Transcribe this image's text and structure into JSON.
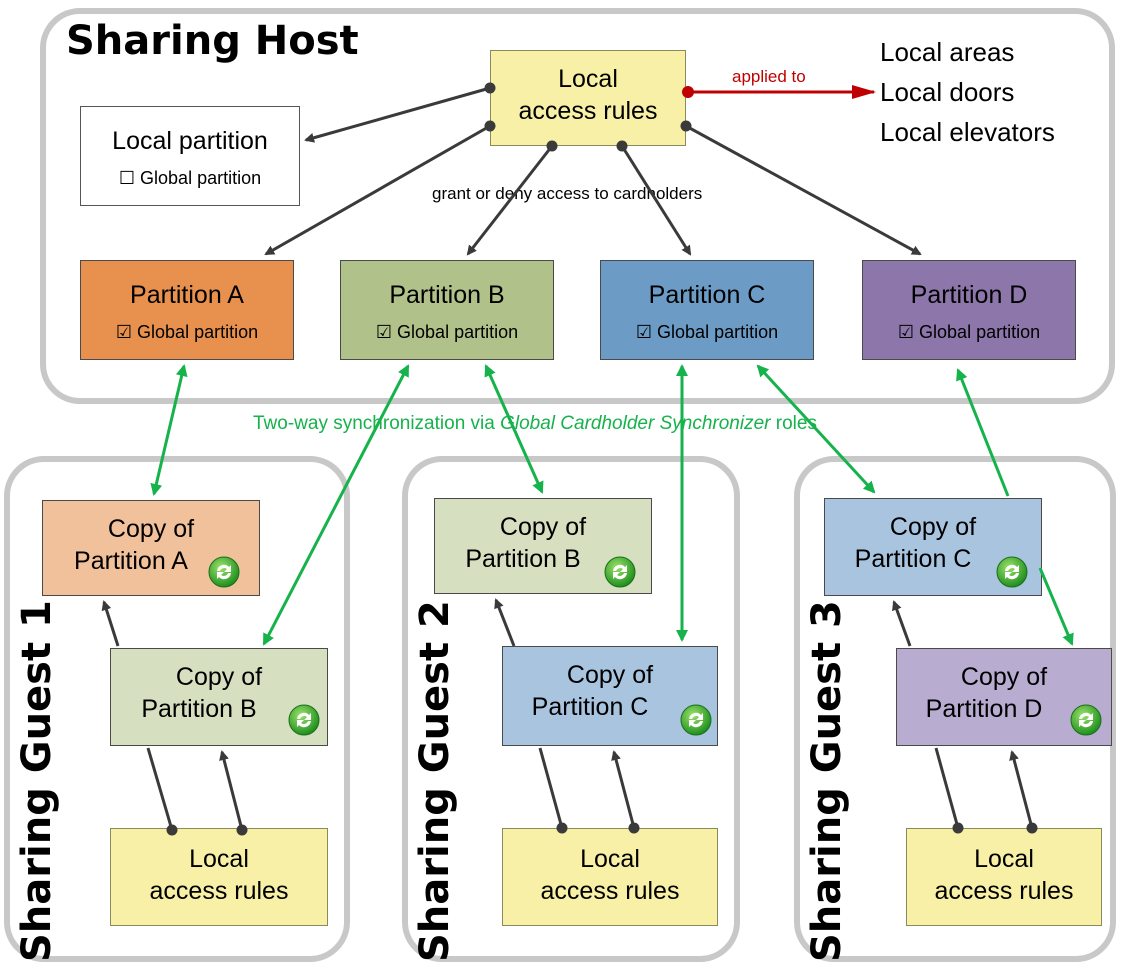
{
  "host": {
    "title": "Sharing Host",
    "local_rules": [
      "Local",
      "access rules"
    ],
    "applied_to_label": "applied to",
    "targets": [
      "Local areas",
      "Local doors",
      "Local elevators"
    ],
    "local_partition": {
      "label": "Local partition",
      "checkbox_label": "Global partition",
      "checked": false
    },
    "grant_label": "grant or deny access to cardholders",
    "partitions": [
      {
        "name": "Partition A",
        "checkbox_label": "Global partition",
        "checked": true,
        "color": "#e8914f"
      },
      {
        "name": "Partition B",
        "checkbox_label": "Global partition",
        "checked": true,
        "color": "#b1c18a"
      },
      {
        "name": "Partition C",
        "checkbox_label": "Global partition",
        "checked": true,
        "color": "#6c9cc6"
      },
      {
        "name": "Partition D",
        "checkbox_label": "Global partition",
        "checked": true,
        "color": "#8c76aa"
      }
    ]
  },
  "sync_label": {
    "prefix": "Two-way synchronization via ",
    "italic": "Global Cardholder Synchronizer",
    "suffix": " roles"
  },
  "guests": [
    {
      "title": "Sharing Guest 1",
      "copies": [
        {
          "line1": "Copy of",
          "line2": "Partition A",
          "color": "#f1c19b"
        },
        {
          "line1": "Copy of",
          "line2": "Partition B",
          "color": "#d6dfbf"
        }
      ],
      "local_rules": [
        "Local",
        "access rules"
      ]
    },
    {
      "title": "Sharing Guest 2",
      "copies": [
        {
          "line1": "Copy of",
          "line2": "Partition B",
          "color": "#d6dfbf"
        },
        {
          "line1": "Copy of",
          "line2": "Partition C",
          "color": "#a9c4df"
        }
      ],
      "local_rules": [
        "Local",
        "access rules"
      ]
    },
    {
      "title": "Sharing Guest 3",
      "copies": [
        {
          "line1": "Copy of",
          "line2": "Partition C",
          "color": "#a9c4df"
        },
        {
          "line1": "Copy of",
          "line2": "Partition D",
          "color": "#b8acd0"
        }
      ],
      "local_rules": [
        "Local",
        "access rules"
      ]
    }
  ],
  "colors": {
    "rules_yellow": "#f7f0a6",
    "sync_green": "#16b24b",
    "applied_red": "#c00000",
    "arrow_dark": "#3a3a3a",
    "region_border": "#c8c8c8"
  }
}
